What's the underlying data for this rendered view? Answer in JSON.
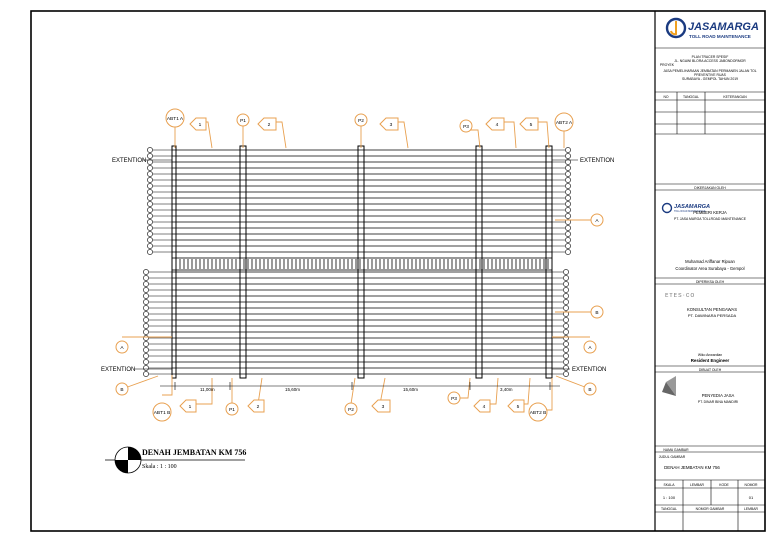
{
  "drawing": {
    "title": "DENAH JEMBATAN KM 756",
    "scale": "Skala : 1 : 100",
    "labels": {
      "abt1a": "ABT1 A",
      "abt1b": "ABT1 B",
      "abt2a": "ABT2 A",
      "abt2b": "ABT2 B",
      "p1": "P1",
      "p2": "P2",
      "p3": "P3",
      "extension": "EXTENTION",
      "sec_a": "A",
      "sec_b": "B",
      "n1": "1",
      "n2": "2",
      "n3": "3",
      "n4": "4",
      "n5": "5"
    },
    "spans": [
      "11,00m",
      "15,60m",
      "15,60m",
      "3,40m"
    ]
  },
  "title_block": {
    "logo_main": "JASAMARGA",
    "logo_sub": "TOLL ROAD MAINTENANCE",
    "project_lines": [
      "PLAN TRACER SPESIF",
      "JL. NGAWI BLORA ACCESS JABONDORMOR",
      "PROYEK",
      "JASA PEMELIHARAAN JEMBATAN PERMANEN JALAN TOL",
      "PREVENTIVE RUAS",
      "SURABAYA - GEMPOL TAHUN 2019"
    ],
    "rev_headers": [
      "NO",
      "TANGGAL",
      "KETERANGAN"
    ],
    "sections": {
      "checked": "DIKERJAKAN OLEH",
      "owner_label": "PEMBERI KERJA",
      "owner_company": "PT. JASA MARGA TOLLROAD MAINTENANCE",
      "signer_name": "Muhamad Ariffanar Ripuan",
      "signer_role": "Coordinator Area Surabaya - Gempol",
      "consultant_label": "DIPERIKSA OLEH",
      "consultant_name": "KONSULTAN PENGAWAS",
      "consultant_company": "PT. DAWINARA PERSADA",
      "engineer_name": "Wiko Anwardian",
      "engineer_role": "Resident Engineer",
      "contractor_label": "DIBUAT OLEH",
      "contractor_name": "PENYEDIA JASA",
      "contractor_company": "PT. DINAR BINA MANDIRI",
      "drawing_label": "NAMA GAMBAR",
      "drawing_sub": "JUDUL GAMBAR",
      "drawing_name": "DENAH JEMBATAN KM 756",
      "bottom_headers": [
        "SKALA",
        "LEMBAR",
        "KODE",
        "NOMOR"
      ],
      "scale_val": "1 : 100",
      "sheet_val": "01",
      "bottom2": [
        "TANGGAL",
        "NOMOR GAMBAR",
        "LEMBAR"
      ]
    }
  }
}
